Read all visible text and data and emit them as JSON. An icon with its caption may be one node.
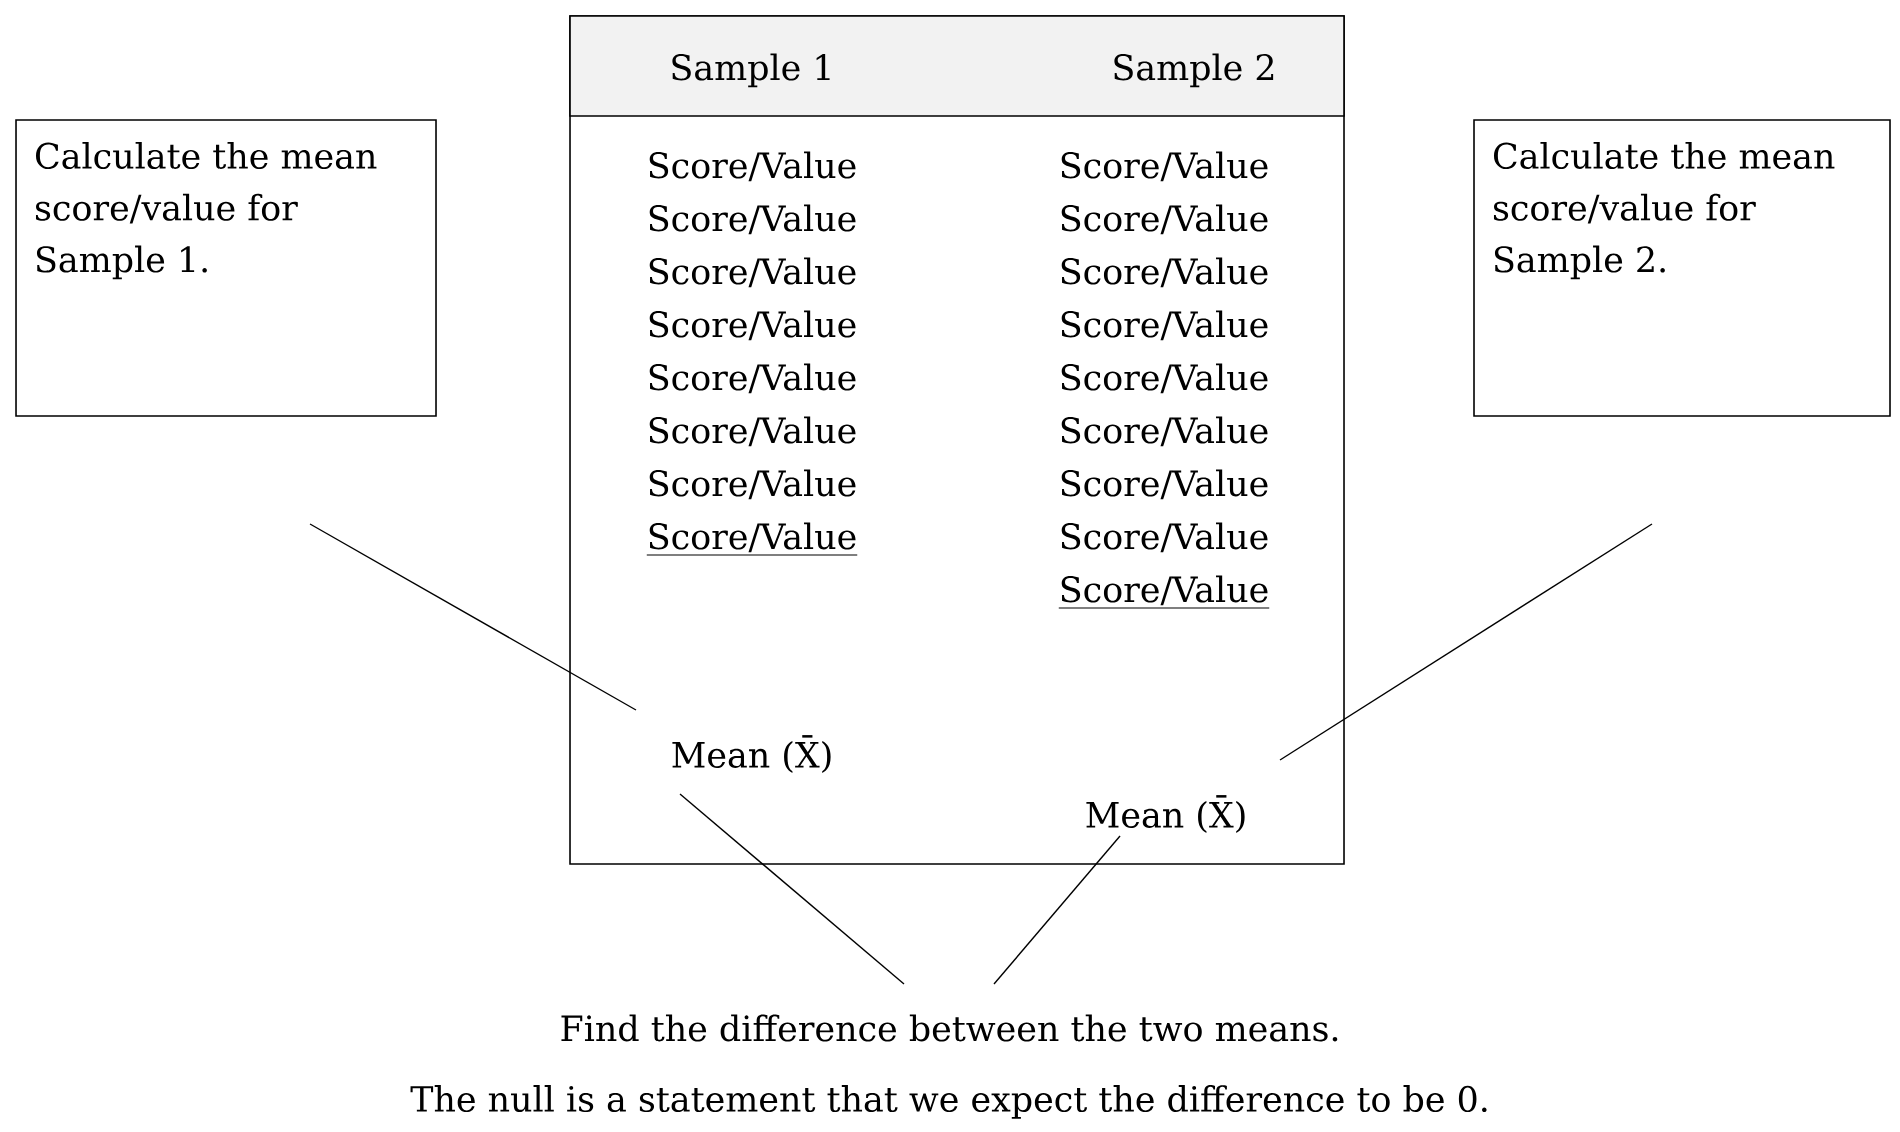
{
  "diagram": {
    "nodes": [
      {
        "text": [
          "Sample 1",
          "Sample 2"
        ]
      },
      {
        "text": [
          "Calculate the mean score/value for Sample 1."
        ]
      },
      {
        "text": [
          "Calculate the mean score/value for Sample 2."
        ]
      },
      {
        "text": [
          "Mean (X̄)"
        ],
        "in": 0
      },
      {
        "text": [
          "Mean (X̄)"
        ],
        "in": 0
      },
      {
        "text": [
          "Find the difference between the two means."
        ]
      }
    ],
    "edges": [
      {
        "from": 1,
        "to": 3,
        "arrow": "none"
      },
      {
        "from": 2,
        "to": 4,
        "arrow": "none"
      },
      {
        "from": 3,
        "to": 5,
        "arrow": "none"
      },
      {
        "from": 4,
        "to": 5,
        "arrow": "none"
      }
    ],
    "labels": [
      "Score/Value",
      "Score/Value",
      "Score/Value",
      "Score/Value",
      "Score/Value",
      "Score/Value",
      "Score/Value",
      "Score/Value",
      "Score/Value",
      "Score/Value",
      "Score/Value",
      "Score/Value",
      "Score/Value",
      "Score/Value",
      "Score/Value",
      "Score/Value",
      "Score/Value",
      "The null is a statement that we expect the difference to be 0."
    ]
  }
}
